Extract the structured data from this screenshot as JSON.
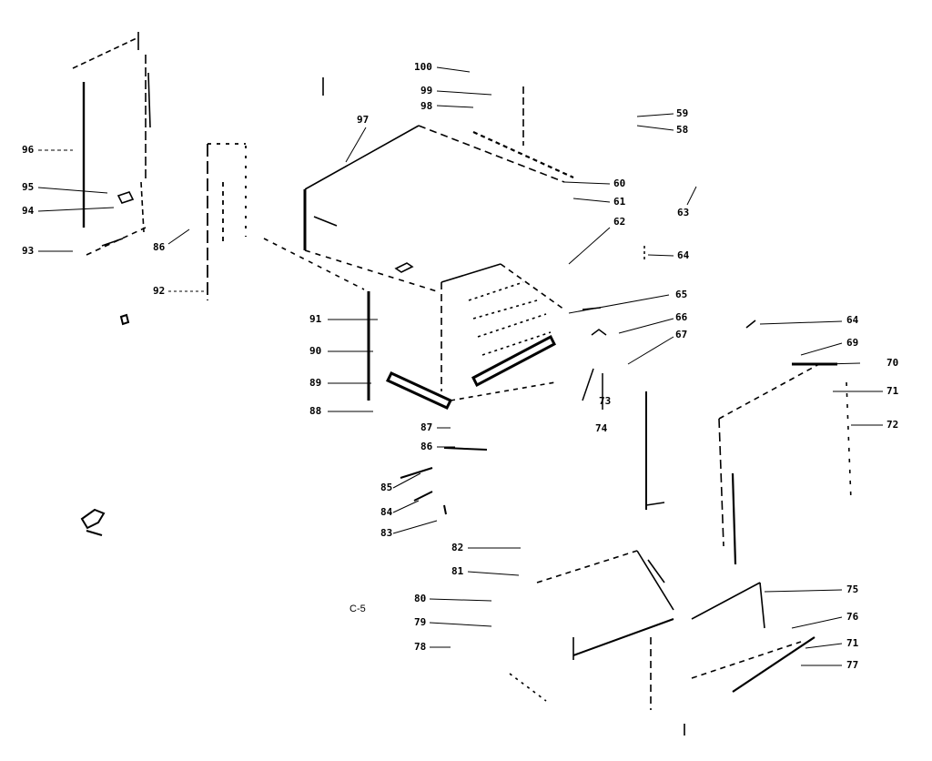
{
  "figure_ref": "C-5",
  "callouts": [
    {
      "id": "c100",
      "text": "100"
    },
    {
      "id": "c99a",
      "text": "99"
    },
    {
      "id": "c98a",
      "text": "98"
    },
    {
      "id": "c97a",
      "text": "97"
    },
    {
      "id": "c96a",
      "text": "96"
    },
    {
      "id": "c95a",
      "text": "95"
    },
    {
      "id": "c94a",
      "text": "94"
    },
    {
      "id": "c93a",
      "text": "93"
    },
    {
      "id": "c86a",
      "text": "86"
    },
    {
      "id": "c92",
      "text": "92"
    },
    {
      "id": "c91",
      "text": "91"
    },
    {
      "id": "c90",
      "text": "90"
    },
    {
      "id": "c89a",
      "text": "89"
    },
    {
      "id": "c88a",
      "text": "88"
    },
    {
      "id": "c87a",
      "text": "87"
    },
    {
      "id": "c86b",
      "text": "86"
    },
    {
      "id": "c85a",
      "text": "85"
    },
    {
      "id": "c84a",
      "text": "84"
    },
    {
      "id": "c83a",
      "text": "83"
    },
    {
      "id": "c82a",
      "text": "82"
    },
    {
      "id": "c81a",
      "text": "81"
    },
    {
      "id": "c80a",
      "text": "80"
    },
    {
      "id": "c79a",
      "text": "79"
    },
    {
      "id": "c78a",
      "text": "78"
    },
    {
      "id": "c59",
      "text": "59"
    },
    {
      "id": "c58",
      "text": "58"
    },
    {
      "id": "c60",
      "text": "60"
    },
    {
      "id": "c61",
      "text": "61"
    },
    {
      "id": "c62",
      "text": "62"
    },
    {
      "id": "c63",
      "text": "63"
    },
    {
      "id": "c64a",
      "text": "64"
    },
    {
      "id": "c65",
      "text": "65"
    },
    {
      "id": "c66",
      "text": "66"
    },
    {
      "id": "c67",
      "text": "67"
    },
    {
      "id": "c73",
      "text": "73"
    },
    {
      "id": "c74",
      "text": "74"
    },
    {
      "id": "c64b",
      "text": "64"
    },
    {
      "id": "c69",
      "text": "69"
    },
    {
      "id": "c70",
      "text": "70"
    },
    {
      "id": "c71a",
      "text": "71"
    },
    {
      "id": "c72",
      "text": "72"
    },
    {
      "id": "c75",
      "text": "75"
    },
    {
      "id": "c76",
      "text": "76"
    },
    {
      "id": "c71b",
      "text": "71"
    },
    {
      "id": "c77",
      "text": "77"
    }
  ]
}
